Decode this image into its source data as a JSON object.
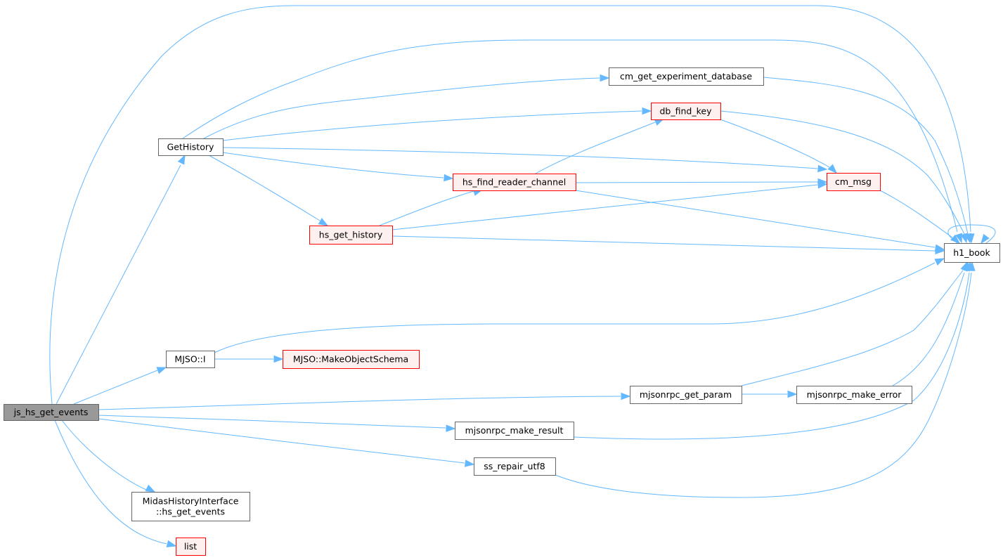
{
  "colors": {
    "edge": "#63b8ff",
    "focus_fill": "#999999",
    "focus_border": "#666666",
    "normal_fill": "#ffffff",
    "normal_border": "#666666",
    "incomplete_fill": "#fff0f0",
    "incomplete_border": "#ff0000"
  },
  "nodes": [
    {
      "id": "js_hs_get_events",
      "label": "js_hs_get_events",
      "style": "focus"
    },
    {
      "id": "GetHistory",
      "label": "GetHistory",
      "style": "normal"
    },
    {
      "id": "MJSO_I",
      "label": "MJSO::I",
      "style": "normal"
    },
    {
      "id": "MidasHistoryInterface_hs_get_events",
      "label": "MidasHistoryInterface\n::hs_get_events",
      "style": "normal"
    },
    {
      "id": "list",
      "label": "list",
      "style": "incomplete"
    },
    {
      "id": "cm_get_experiment_database",
      "label": "cm_get_experiment_database",
      "style": "normal"
    },
    {
      "id": "db_find_key",
      "label": "db_find_key",
      "style": "incomplete"
    },
    {
      "id": "hs_find_reader_channel",
      "label": "hs_find_reader_channel",
      "style": "incomplete"
    },
    {
      "id": "hs_get_history",
      "label": "hs_get_history",
      "style": "incomplete"
    },
    {
      "id": "cm_msg",
      "label": "cm_msg",
      "style": "incomplete"
    },
    {
      "id": "h1_book",
      "label": "h1_book",
      "style": "normal"
    },
    {
      "id": "MJSO_MakeObjectSchema",
      "label": "MJSO::MakeObjectSchema",
      "style": "incomplete"
    },
    {
      "id": "mjsonrpc_get_param",
      "label": "mjsonrpc_get_param",
      "style": "normal"
    },
    {
      "id": "mjsonrpc_make_error",
      "label": "mjsonrpc_make_error",
      "style": "normal"
    },
    {
      "id": "mjsonrpc_make_result",
      "label": "mjsonrpc_make_result",
      "style": "normal"
    },
    {
      "id": "ss_repair_utf8",
      "label": "ss_repair_utf8",
      "style": "normal"
    }
  ],
  "edges": [
    {
      "from": "js_hs_get_events",
      "to": "GetHistory"
    },
    {
      "from": "js_hs_get_events",
      "to": "h1_book"
    },
    {
      "from": "js_hs_get_events",
      "to": "MJSO_I"
    },
    {
      "from": "js_hs_get_events",
      "to": "mjsonrpc_get_param"
    },
    {
      "from": "js_hs_get_events",
      "to": "mjsonrpc_make_result"
    },
    {
      "from": "js_hs_get_events",
      "to": "ss_repair_utf8"
    },
    {
      "from": "js_hs_get_events",
      "to": "MidasHistoryInterface_hs_get_events"
    },
    {
      "from": "js_hs_get_events",
      "to": "list"
    },
    {
      "from": "GetHistory",
      "to": "h1_book"
    },
    {
      "from": "GetHistory",
      "to": "cm_get_experiment_database"
    },
    {
      "from": "GetHistory",
      "to": "db_find_key"
    },
    {
      "from": "GetHistory",
      "to": "cm_msg"
    },
    {
      "from": "GetHistory",
      "to": "hs_find_reader_channel"
    },
    {
      "from": "GetHistory",
      "to": "hs_get_history"
    },
    {
      "from": "cm_get_experiment_database",
      "to": "h1_book"
    },
    {
      "from": "db_find_key",
      "to": "h1_book"
    },
    {
      "from": "db_find_key",
      "to": "cm_msg"
    },
    {
      "from": "hs_find_reader_channel",
      "to": "db_find_key"
    },
    {
      "from": "hs_find_reader_channel",
      "to": "cm_msg"
    },
    {
      "from": "hs_find_reader_channel",
      "to": "h1_book"
    },
    {
      "from": "hs_get_history",
      "to": "hs_find_reader_channel"
    },
    {
      "from": "hs_get_history",
      "to": "cm_msg"
    },
    {
      "from": "hs_get_history",
      "to": "h1_book"
    },
    {
      "from": "cm_msg",
      "to": "h1_book"
    },
    {
      "from": "h1_book",
      "to": "h1_book"
    },
    {
      "from": "MJSO_I",
      "to": "MJSO_MakeObjectSchema"
    },
    {
      "from": "MJSO_I",
      "to": "h1_book"
    },
    {
      "from": "mjsonrpc_get_param",
      "to": "mjsonrpc_make_error"
    },
    {
      "from": "mjsonrpc_get_param",
      "to": "h1_book"
    },
    {
      "from": "mjsonrpc_make_error",
      "to": "h1_book"
    },
    {
      "from": "mjsonrpc_make_result",
      "to": "h1_book"
    },
    {
      "from": "ss_repair_utf8",
      "to": "h1_book"
    }
  ]
}
